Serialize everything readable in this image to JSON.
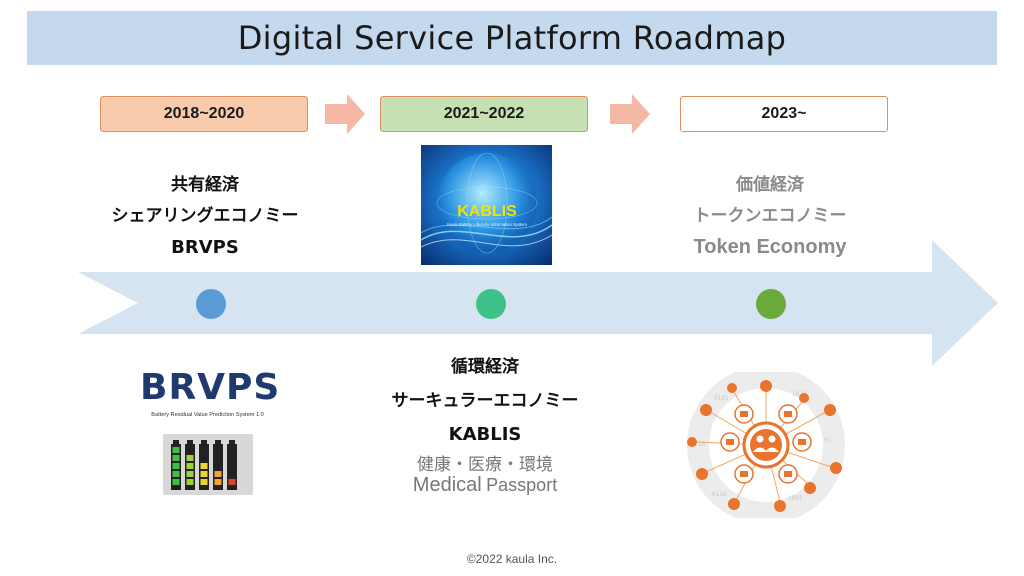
{
  "title": "Digital Service Platform Roadmap",
  "colors": {
    "title_bg": "#c5d9ee",
    "arrow": "#d6e3f1",
    "period1_fill": "#f8cbad",
    "period2_fill": "#c6e0b4",
    "period3_fill": "#ffffff",
    "period_border": "#e09060",
    "chevron": "#f4b8a4",
    "dot1": "#5b9bd5",
    "dot2": "#3fc28a",
    "dot3": "#6aab3c"
  },
  "periods": [
    "2018~2020",
    "2021~2022",
    "2023~"
  ],
  "stage1": {
    "line1": "共有経済",
    "line2": "シェアリングエコノミー",
    "line3": "BRVPS"
  },
  "stage2": {
    "line1": "循環経済",
    "line2": "サーキュラーエコノミー",
    "line3": "KABLIS",
    "sub1": "健康・医療・環境",
    "sub2_a": "Medical",
    "sub2_b": "Passport"
  },
  "stage3": {
    "line1": "価値経済",
    "line2": "トークンエコノミー",
    "line3": "Token Economy"
  },
  "kablis_logo": {
    "name": "KABLIS",
    "tagline": "Kaula Battery Lifecycle Information System"
  },
  "brvps_logo": {
    "name": "BRVPS",
    "tagline": "Battery Residual Value Prediction System 1.0"
  },
  "footer": "©2022 kaula Inc."
}
